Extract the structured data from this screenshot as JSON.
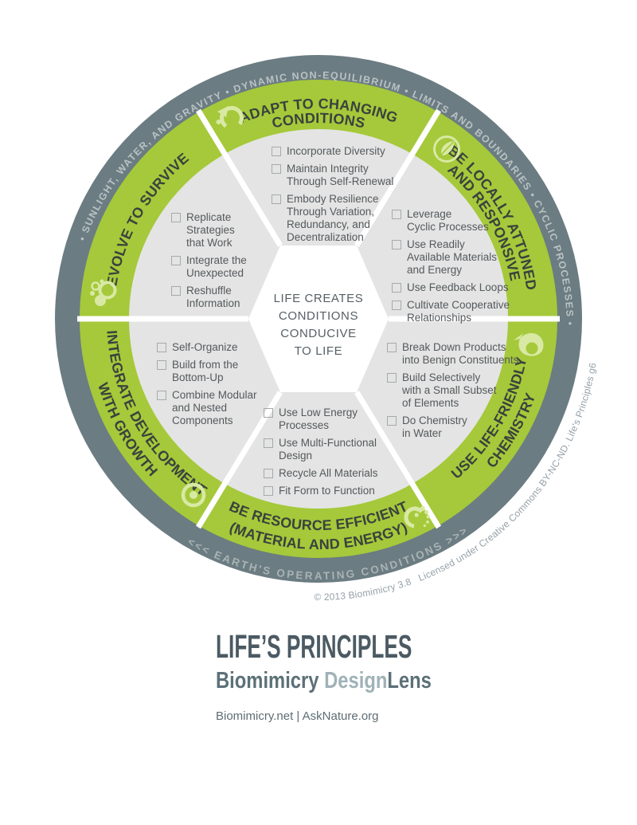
{
  "wheel": {
    "outer_ring_text_top": "• SUNLIGHT, WATER, AND GRAVITY • DYNAMIC NON-EQUILIBRIUM • LIMITS AND BOUNDARIES • CYCLIC PROCESSES •",
    "outer_ring_text_bottom": "<<<  EARTH'S OPERATING CONDITIONS  >>>",
    "copyright": "© 2013 Biomimicry 3.8   Licensed under Creative Commons BY-NC-ND. Life's Principles g6",
    "center_label": "LIFE CREATES\nCONDITIONS\nCONDUCIVE\nTO LIFE",
    "colors": {
      "green": "#a5c93a",
      "slate": "#6b7c82",
      "inner_gray": "#e4e4e4",
      "icon_green": "#d9e9a4",
      "title_text": "#3a423e",
      "ring_text": "#b9c2c4"
    },
    "segments": [
      {
        "id": "adapt",
        "icon": "cycle-arrow-icon",
        "title_lines": [
          "ADAPT TO CHANGING",
          "CONDITIONS"
        ],
        "items": [
          "Incorporate Diversity",
          "Maintain Integrity\nThrough Self-Renewal",
          "Embody Resilience\nThrough Variation,\nRedundancy, and\nDecentralization"
        ]
      },
      {
        "id": "locally-attuned",
        "icon": "leaf-icon",
        "title_lines": [
          "BE LOCALLY ATTUNED",
          "AND RESPONSIVE"
        ],
        "items": [
          "Leverage\nCyclic Processes",
          "Use Readily\nAvailable Materials\nand Energy",
          "Use Feedback Loops",
          "Cultivate Cooperative\nRelationships"
        ]
      },
      {
        "id": "life-friendly-chemistry",
        "icon": "droplet-icon",
        "title_lines": [
          "USE LIFE-FRIENDLY",
          "CHEMISTRY"
        ],
        "items": [
          "Break Down Products\ninto Benign Constituents",
          "Build Selectively\nwith a Small Subset\nof Elements",
          "Do Chemistry\nin Water"
        ]
      },
      {
        "id": "resource-efficient",
        "icon": "recycle-dots-icon",
        "title_lines": [
          "BE RESOURCE EFFICIENT",
          "(MATERIAL AND ENERGY)"
        ],
        "items": [
          "Use Low Energy\nProcesses",
          "Use Multi-Functional\nDesign",
          "Recycle All Materials",
          "Fit Form to Function"
        ]
      },
      {
        "id": "integrate-development",
        "icon": "target-icon",
        "title_lines": [
          "INTEGRATE DEVELOPMENT",
          "WITH GROWTH"
        ],
        "items": [
          "Self-Organize",
          "Build from the\nBottom-Up",
          "Combine Modular\nand Nested\nComponents"
        ]
      },
      {
        "id": "evolve",
        "icon": "bubbles-icon",
        "title_lines": [
          "EVOLVE TO SURVIVE"
        ],
        "items": [
          "Replicate\nStrategies\nthat Work",
          "Integrate the\nUnexpected",
          "Reshuffle\nInformation"
        ]
      }
    ]
  },
  "footer": {
    "title": "LIFE’S PRINCIPLES",
    "subtitle_part1": "Biomimicry ",
    "subtitle_part2": "Design",
    "subtitle_part3": "Lens",
    "links": "Biomimicry.net | AskNature.org"
  }
}
